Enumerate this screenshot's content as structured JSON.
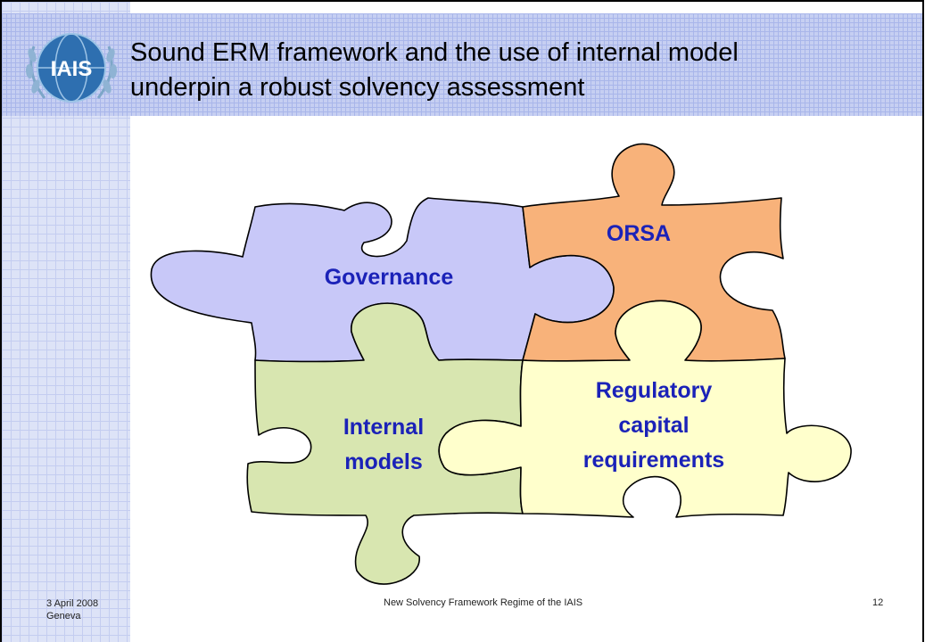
{
  "slide": {
    "title_line1": "Sound ERM framework and the use of internal model",
    "title_line2": "underpin a robust solvency assessment",
    "logo_text": "IAIS"
  },
  "puzzle": {
    "governance": "Governance",
    "orsa": "ORSA",
    "internal_line1": "Internal",
    "internal_line2": "models",
    "regulatory_line1": "Regulatory",
    "regulatory_line2": "capital",
    "regulatory_line3": "requirements",
    "colors": {
      "governance": "#c8c8f8",
      "orsa": "#f8b27a",
      "internal": "#d8e6b0",
      "regulatory": "#ffffcc"
    }
  },
  "footer": {
    "date": "3 April 2008",
    "place": "Geneva",
    "center_text": "New Solvency Framework Regime of the IAIS",
    "page_number": "12"
  }
}
